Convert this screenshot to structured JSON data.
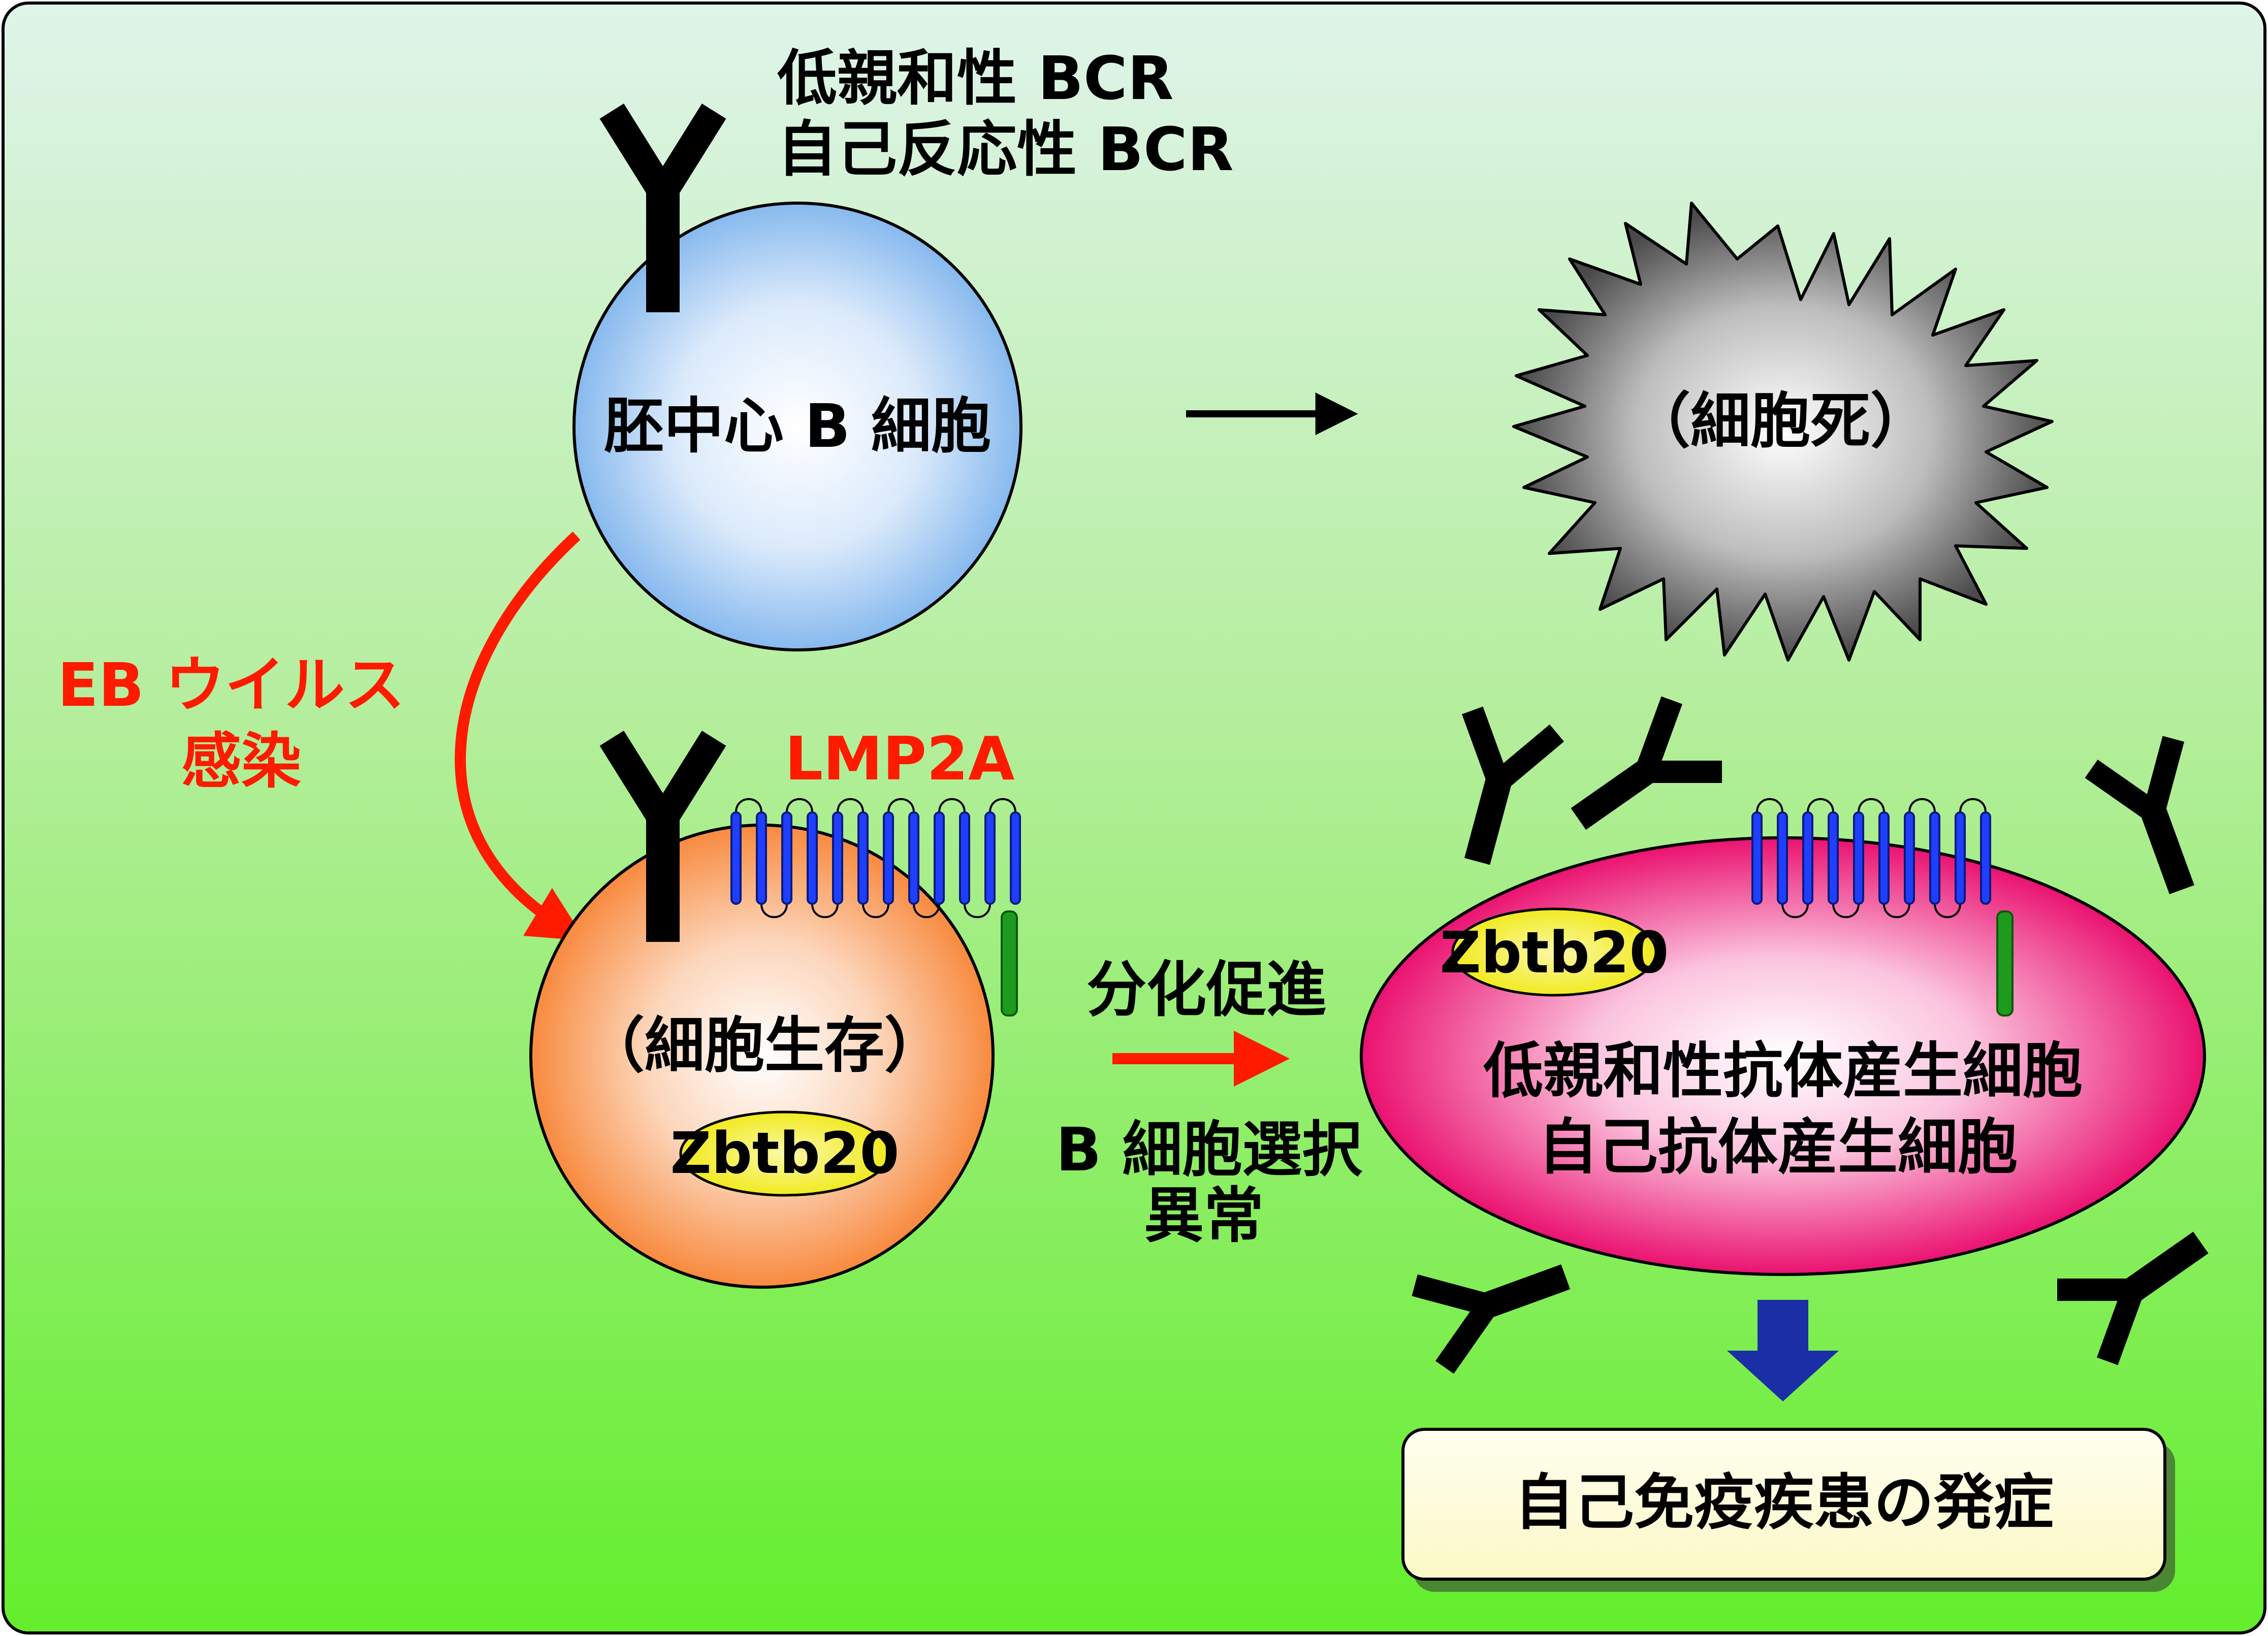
{
  "bcr_label": {
    "line1": "低親和性 BCR",
    "line2": "自己反応性 BCR"
  },
  "gc_b_cell": {
    "label": "胚中心 B 細胞"
  },
  "cell_death": {
    "label": "（細胞死）"
  },
  "infection": {
    "line1": "EB ウイルス",
    "line2": "感染"
  },
  "lmp2a": {
    "label": "LMP2A"
  },
  "infected_cell": {
    "label": "（細胞生存）",
    "zbtb20": "Zbtb20"
  },
  "transition": {
    "upper": "分化促進",
    "lower_line1": "B 細胞選択",
    "lower_line2": "異常"
  },
  "plasma_cell": {
    "zbtb20": "Zbtb20",
    "line1": "低親和性抗体産生細胞",
    "line2": "自己抗体産生細胞"
  },
  "outcome": {
    "label": "自己免疫疾患の発症"
  },
  "colors": {
    "frame_stroke": "#000000",
    "bg_top": "#dff4ea",
    "bg_bottom": "#66ef30",
    "red_arrow": "#ff1a00",
    "blue_arrow": "#1a2fa6",
    "lmp2a_helix": "#1f3fff",
    "lmp2a_tail": "#1e9a1e",
    "zbtb20_fill": "#f6f03a"
  }
}
